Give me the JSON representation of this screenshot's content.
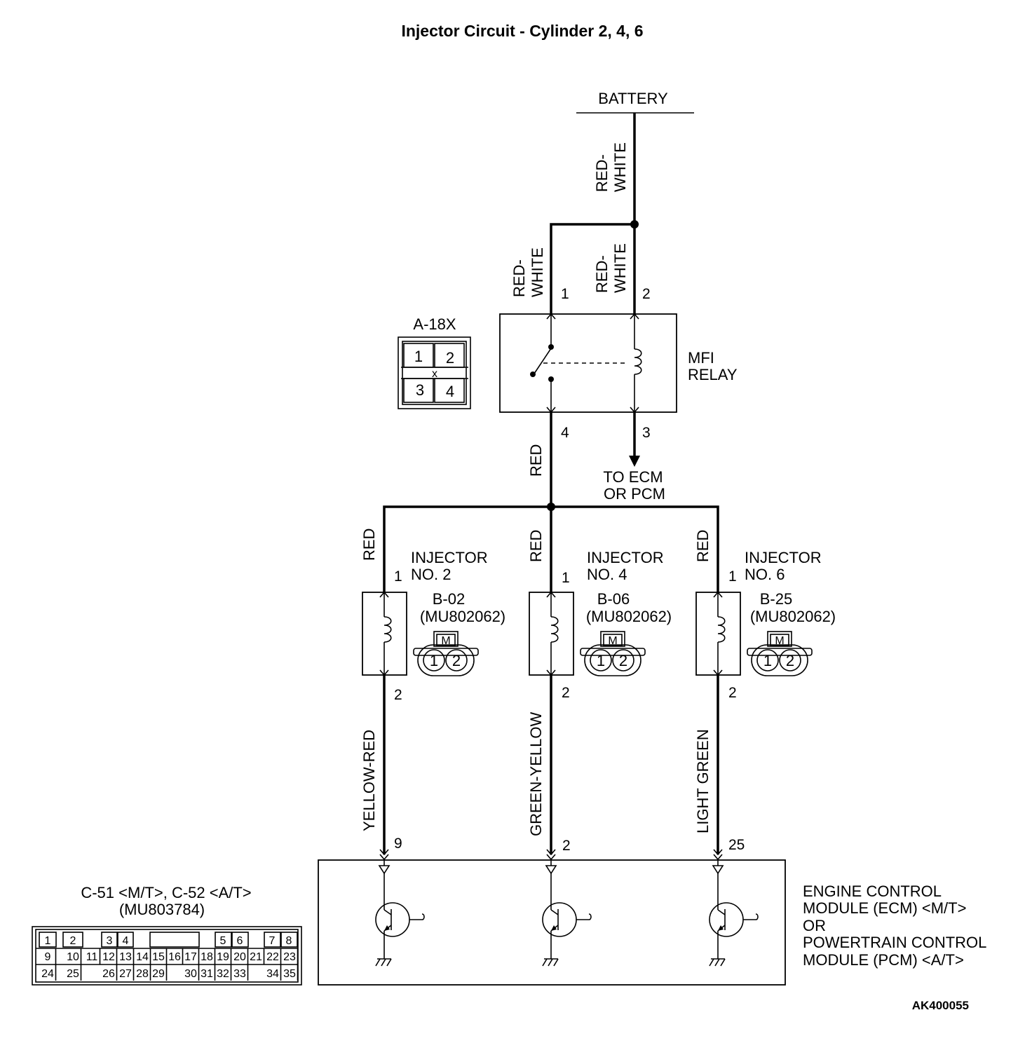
{
  "title": "Injector Circuit - Cylinder 2, 4, 6",
  "figure_code": "AK400055",
  "battery": "BATTERY",
  "wires": {
    "red_white_1": "RED-",
    "red_white_2": "WHITE",
    "red": "RED",
    "yellow_red": "YELLOW-RED",
    "green_yellow": "GREEN-YELLOW",
    "light_green": "LIGHT GREEN"
  },
  "relay": {
    "name_line1": "MFI",
    "name_line2": "RELAY",
    "pins": [
      "1",
      "2",
      "3",
      "4"
    ],
    "connector": "A-18X",
    "connector_pins": [
      "1",
      "2",
      "3",
      "4"
    ],
    "to_ecm_line1": "TO ECM",
    "to_ecm_line2": "OR PCM"
  },
  "injectors": [
    {
      "title1": "INJECTOR",
      "title2": "NO. 2",
      "connector": "B-02",
      "part": "(MU802062)",
      "pin_in": "1",
      "pin_out": "2",
      "ecm_pin": "9"
    },
    {
      "title1": "INJECTOR",
      "title2": "NO. 4",
      "connector": "B-06",
      "part": "(MU802062)",
      "pin_in": "1",
      "pin_out": "2",
      "ecm_pin": "2"
    },
    {
      "title1": "INJECTOR",
      "title2": "NO. 6",
      "connector": "B-25",
      "part": "(MU802062)",
      "pin_in": "1",
      "pin_out": "2",
      "ecm_pin": "25"
    }
  ],
  "inj_conn": {
    "m": "M",
    "p1": "1",
    "p2": "2"
  },
  "ecm": {
    "line1": "ENGINE CONTROL",
    "line2": "MODULE (ECM) <M/T>",
    "line3": "OR",
    "line4": "POWERTRAIN CONTROL",
    "line5": "MODULE (PCM) <A/T>"
  },
  "ecm_connector": {
    "name": "C-51 <M/T>, C-52 <A/T>",
    "part": "(MU803784)",
    "row1": [
      "1",
      "2",
      "",
      "3",
      "4",
      "",
      "",
      "",
      "",
      "5",
      "6",
      "",
      "7",
      "8"
    ],
    "row2": [
      "9",
      "10",
      "11",
      "12",
      "13",
      "14",
      "15",
      "16",
      "17",
      "18",
      "19",
      "20",
      "21",
      "22",
      "23"
    ],
    "row3": [
      "24",
      "25",
      "",
      "26",
      "27",
      "28",
      "29",
      "",
      "30",
      "31",
      "32",
      "33",
      "",
      "34",
      "35"
    ]
  }
}
